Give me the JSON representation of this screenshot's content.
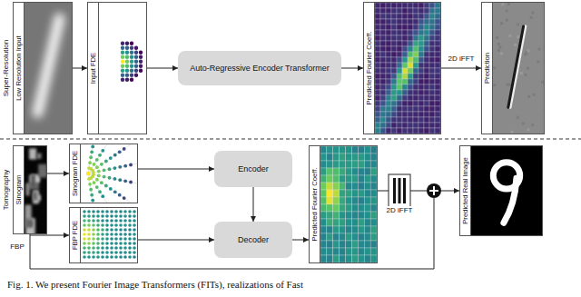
{
  "diagram": {
    "caption": "Fig. 1. We present Fourier Image Transformers (FITs), realizations of Fast",
    "nodes": [
      {
        "text": [
          "Low Resolution Input"
        ]
      },
      {
        "text": [
          "Input FDE"
        ]
      },
      {
        "text": [
          "Auto-Regressive Encoder Transformer"
        ]
      },
      {
        "text": [
          "Predicted Fourier Coeff."
        ]
      },
      {
        "text": [
          "Prediction"
        ]
      },
      {
        "text": [
          "Sinogram"
        ]
      },
      {
        "text": [
          "Sinogram FDE"
        ]
      },
      {
        "text": [
          "FBP FDE"
        ]
      },
      {
        "text": [
          "Encoder"
        ]
      },
      {
        "text": [
          "Decoder"
        ]
      },
      {
        "text": [
          "Predicted Fourier Coeff."
        ]
      },
      {
        "text": [
          "Predicted Real Image"
        ]
      }
    ],
    "edges": [
      {
        "from": 0,
        "to": 1,
        "arrow": "to"
      },
      {
        "from": 1,
        "to": 2,
        "arrow": "to"
      },
      {
        "from": 2,
        "to": 3,
        "arrow": "to"
      },
      {
        "from": 3,
        "to": 4,
        "label": "2D iFFT",
        "arrow": "to"
      },
      {
        "from": 5,
        "to": 6,
        "arrow": "to"
      },
      {
        "from": 5,
        "to": 7,
        "label": "FBP",
        "arrow": "to"
      },
      {
        "from": 6,
        "to": 8,
        "arrow": "to"
      },
      {
        "from": 7,
        "to": 9,
        "arrow": "to"
      },
      {
        "from": 8,
        "to": 9,
        "arrow": "to"
      },
      {
        "from": 9,
        "to": 10,
        "arrow": "to"
      },
      {
        "from": 10,
        "to": 11,
        "label": "2D iFFT",
        "arrow": "to"
      }
    ],
    "labels": [
      "Super-Resolution",
      "Tomography"
    ]
  }
}
